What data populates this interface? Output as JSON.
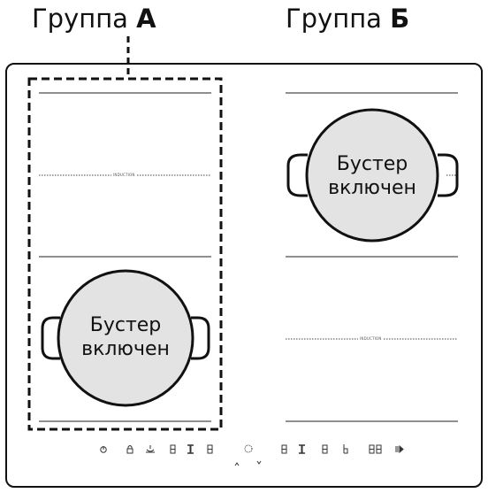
{
  "groups": {
    "a": {
      "prefix": "Группа",
      "letter": "А"
    },
    "b": {
      "prefix": "Группа",
      "letter": "Б"
    }
  },
  "zones": {
    "left_label": "INDUCTION",
    "right_label": "INDUCTION"
  },
  "pots": {
    "left": {
      "line1": "Бустер",
      "line2": "включен"
    },
    "right": {
      "line1": "Бустер",
      "line2": "включен"
    }
  },
  "control_panel": {
    "icons": [
      "power-icon",
      "lock-icon",
      "keep-warm-icon",
      "digit-icon",
      "power-level-icon",
      "digit-icon",
      "slider-circle-icon",
      "chevron-up-icon",
      "chevron-down-icon",
      "digit-icon",
      "power-level-icon",
      "digit-icon",
      "timer-icon",
      "double-digit-icon",
      "pause-icon"
    ]
  }
}
